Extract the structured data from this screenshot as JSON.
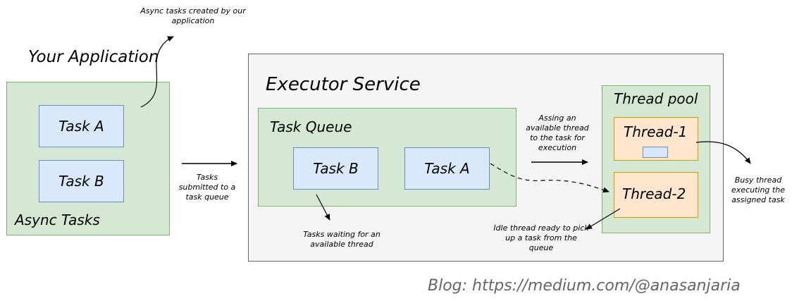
{
  "app": {
    "title": "Your Application",
    "note": "Async tasks created by our application",
    "group_label": "Async Tasks",
    "tasks": [
      "Task A",
      "Task B"
    ]
  },
  "submit_label": "Tasks submitted to a task queue",
  "executor": {
    "title": "Executor Service",
    "queue": {
      "title": "Task Queue",
      "tasks": [
        "Task B",
        "Task A"
      ],
      "waiting_note": "Tasks waiting for an available thread"
    },
    "assign_note": "Assing an available thread to the task for execution",
    "pool": {
      "title": "Thread pool",
      "threads": [
        "Thread-1",
        "Thread-2"
      ]
    },
    "idle_note": "Idle thread ready to pick up a task from the queue"
  },
  "busy_note": "Busy thread executing the assigned task",
  "blog_credit": "Blog: https://medium.com/@anasanjaria",
  "colors": {
    "green_fill": "#d5e8d4",
    "green_stroke": "#82b366",
    "blue_fill": "#dae8fc",
    "blue_stroke": "#6c8ebf",
    "orange_fill": "#ffe6cc",
    "orange_stroke": "#d79b00",
    "gray_fill": "#f5f5f5",
    "gray_stroke": "#666666",
    "credit_text": "#666666"
  }
}
